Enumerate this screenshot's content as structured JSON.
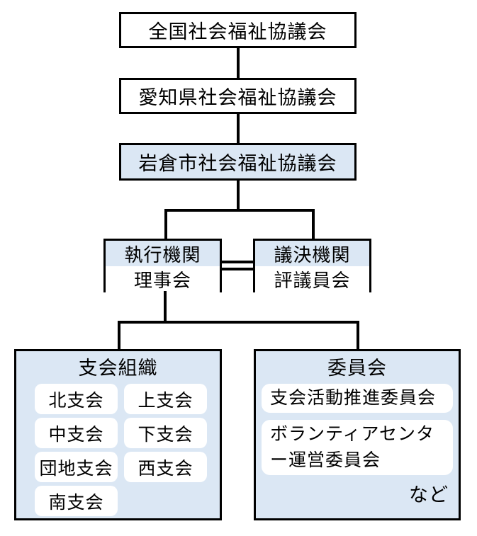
{
  "colors": {
    "highlight_fill": "#dbe7f4",
    "node_fill": "#ffffff",
    "line": "#000000"
  },
  "hierarchy": {
    "national": "全国社会福祉協議会",
    "prefecture": "愛知県社会福祉協議会",
    "city": "岩倉市社会福祉協議会"
  },
  "organs": {
    "executive": {
      "type_label": "執行機関",
      "name": "理事会"
    },
    "deliberative": {
      "type_label": "議決機関",
      "name": "評議員会"
    }
  },
  "branch_organization": {
    "title": "支会組織",
    "branches": [
      "北支会",
      "上支会",
      "中支会",
      "下支会",
      "団地支会",
      "西支会",
      "南支会"
    ]
  },
  "committees": {
    "title": "委員会",
    "items": [
      "支会活動推進委員会",
      "ボランティアセンター運営委員会"
    ],
    "suffix": "など"
  }
}
